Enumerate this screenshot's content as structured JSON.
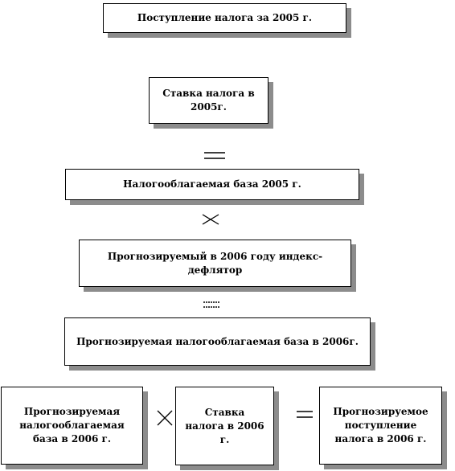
{
  "diagram": {
    "boxes": {
      "revenue_2005": "Поступление налога за 2005 г.",
      "rate_2005": "Ставка налога в 2005г.",
      "base_2005": "Налогооблагаемая  база 2005 г.",
      "deflator_2006": "Прогнозируемый  в 2006 году индекс-дефлятор",
      "forecast_base_2006": "Прогнозируемая  налогооблагаемая  база в 2006г.",
      "forecast_base_2006_bottom": "Прогнозируемая налогооблагаемая база в 2006 г.",
      "rate_2006": "Ставка налога в 2006 г.",
      "forecast_revenue_2006": "Прогнозируемое поступление налога в 2006 г."
    },
    "operators": {
      "equals": "=",
      "times": "×"
    }
  }
}
